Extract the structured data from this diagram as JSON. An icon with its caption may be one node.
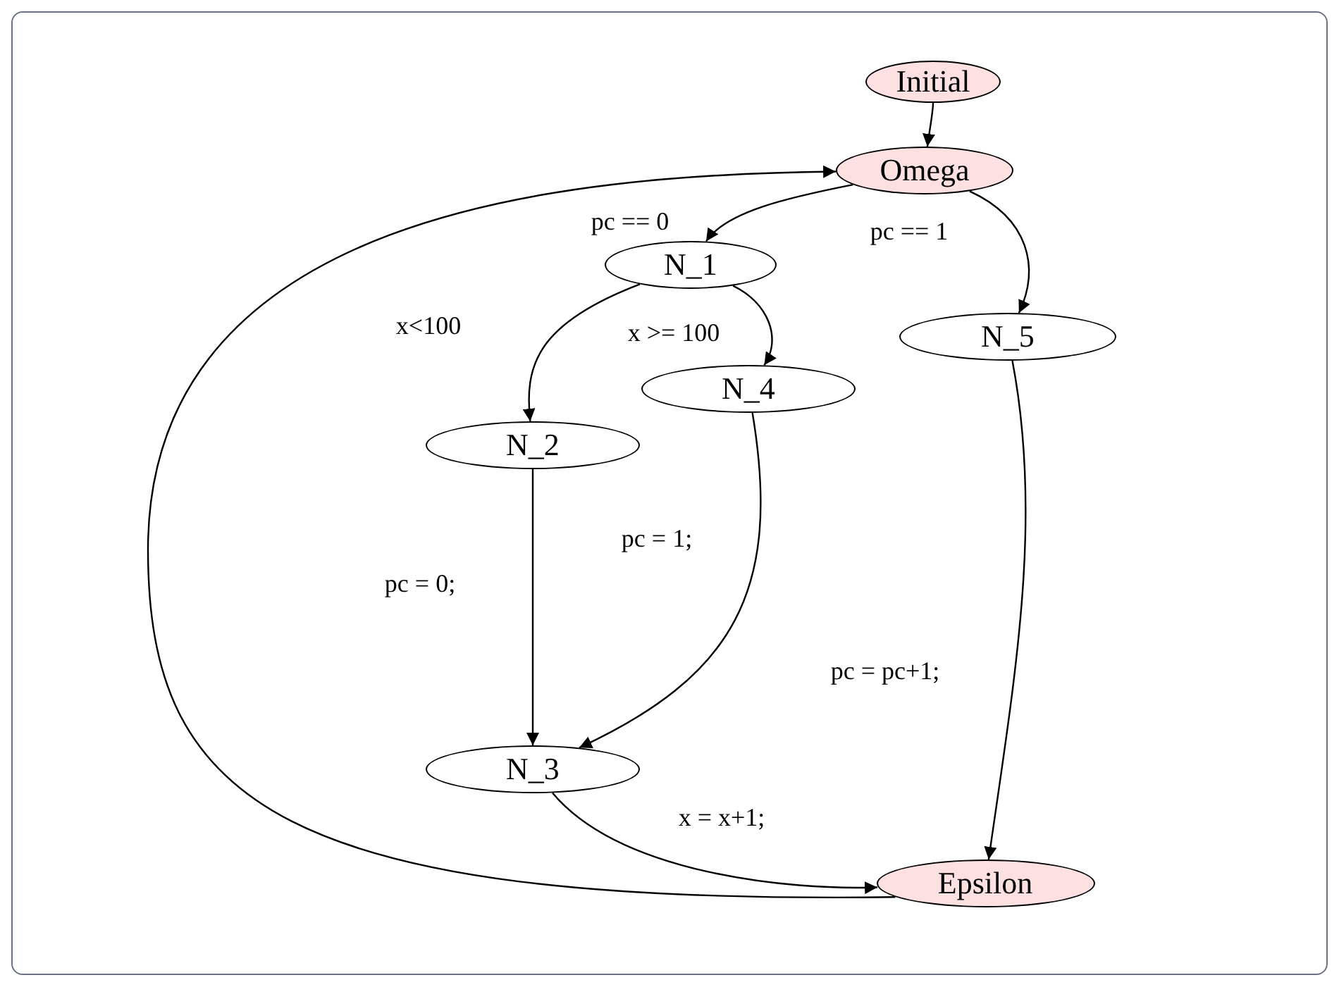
{
  "diagram": {
    "nodes": [
      {
        "text": [
          "Initial"
        ]
      },
      {
        "text": [
          "Omega"
        ]
      },
      {
        "text": [
          "N_1"
        ]
      },
      {
        "text": [
          "N_5"
        ]
      },
      {
        "text": [
          "N_4"
        ]
      },
      {
        "text": [
          "N_2"
        ]
      },
      {
        "text": [
          "N_3"
        ]
      },
      {
        "text": [
          "Epsilon"
        ]
      }
    ],
    "edges": [
      {
        "from": 0,
        "to": 1,
        "arrow": "to"
      },
      {
        "from": 1,
        "to": 2,
        "arrow": "to",
        "label": "pc == 0"
      },
      {
        "from": 1,
        "to": 3,
        "arrow": "to",
        "label": "pc == 1"
      },
      {
        "from": 2,
        "to": 5,
        "arrow": "to",
        "label": "x<100"
      },
      {
        "from": 2,
        "to": 4,
        "arrow": "to",
        "label": "x >= 100"
      },
      {
        "from": 5,
        "to": 6,
        "arrow": "to",
        "label": "pc = 0;"
      },
      {
        "from": 4,
        "to": 6,
        "arrow": "to",
        "label": "pc = 1;"
      },
      {
        "from": 3,
        "to": 7,
        "arrow": "to",
        "label": "pc = pc+1;"
      },
      {
        "from": 6,
        "to": 7,
        "arrow": "to",
        "label": "x = x+1;"
      },
      {
        "from": 7,
        "to": 1,
        "arrow": "to"
      }
    ]
  }
}
